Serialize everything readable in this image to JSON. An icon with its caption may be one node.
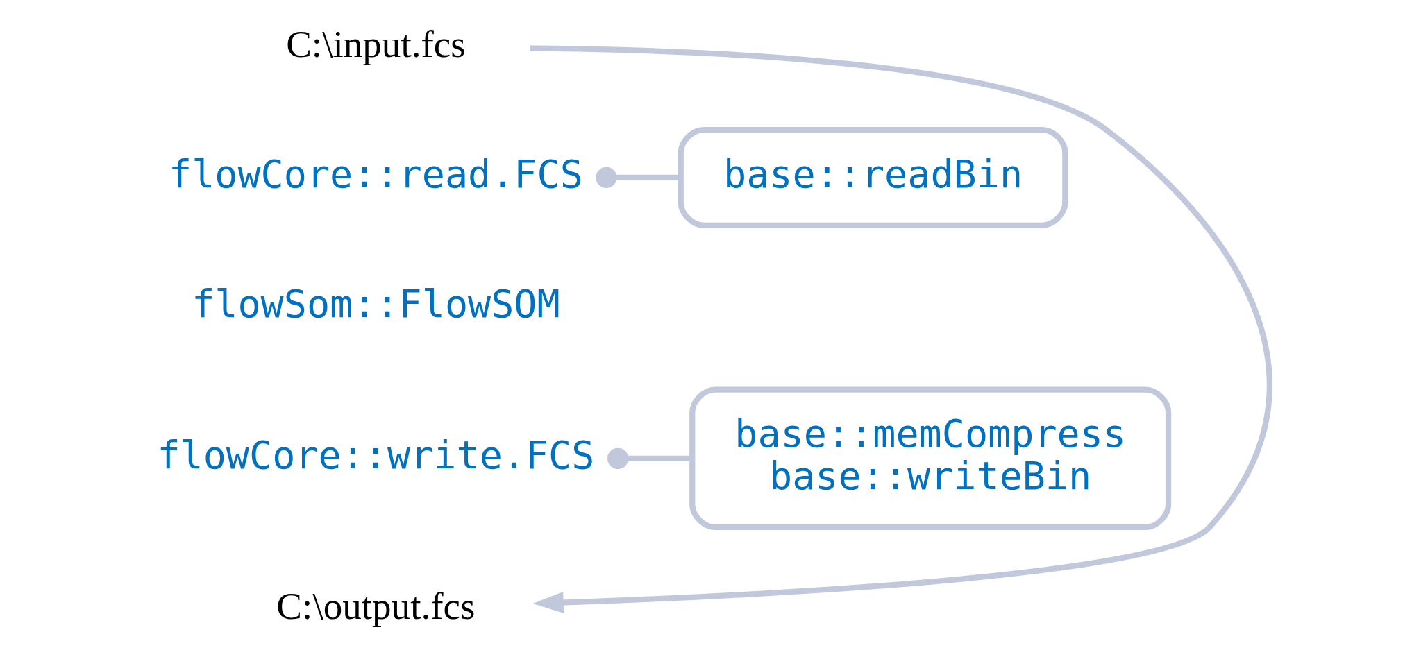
{
  "diagram": {
    "nodes": [
      {
        "text": [
          "C:\\input.fcs"
        ]
      },
      {
        "text": [
          "flowCore::read.FCS"
        ]
      },
      {
        "text": [
          "flowSom::FlowSOM"
        ]
      },
      {
        "text": [
          "flowCore::write.FCS"
        ]
      },
      {
        "text": [
          "C:\\output.fcs"
        ]
      },
      {
        "text": [
          "base::readBin"
        ]
      },
      {
        "text": [
          "base::memCompress",
          "base::writeBin"
        ]
      }
    ],
    "edges": [
      {
        "from": 0,
        "to": 4,
        "arrow": "to"
      },
      {
        "from": 1,
        "to": 5,
        "arrow": "other"
      },
      {
        "from": 3,
        "to": 6,
        "arrow": "other"
      }
    ]
  }
}
